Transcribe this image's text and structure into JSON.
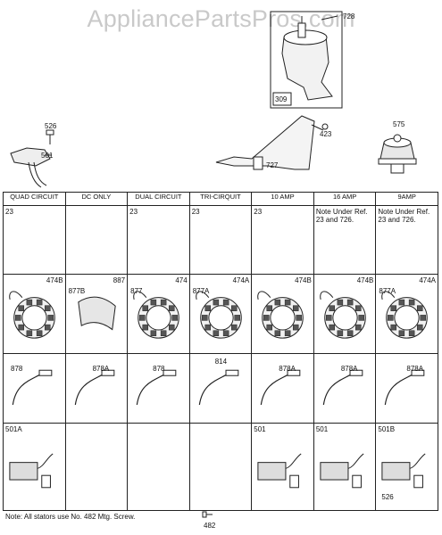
{
  "watermark": "AppliancePartsPros.com",
  "top_labels": {
    "l728": "728",
    "l309": "309",
    "l423": "423",
    "l727": "727",
    "l526": "526",
    "l501": "501",
    "l575": "575"
  },
  "columns": [
    "QUAD CIRCUIT",
    "DC ONLY",
    "DUAL CIRCUIT",
    "TRI-CIRQUIT",
    "10 AMP",
    "16 AMP",
    "9AMP"
  ],
  "row1": [
    "23",
    "",
    "23",
    "23",
    "23",
    "Note Under Ref. 23 and 726.",
    "Note Under Ref. 23 and 726."
  ],
  "row2": [
    {
      "main": "474B",
      "sub": ""
    },
    {
      "main": "887",
      "sub": "877B"
    },
    {
      "main": "474",
      "sub": "877"
    },
    {
      "main": "474A",
      "sub": "877A"
    },
    {
      "main": "474B",
      "sub": ""
    },
    {
      "main": "474B",
      "sub": ""
    },
    {
      "main": "474A",
      "sub": "877A"
    }
  ],
  "row3": [
    "878",
    "878A",
    "878",
    "814",
    "878A",
    "878A",
    "878A"
  ],
  "row4": [
    {
      "a": "501A",
      "b": ""
    },
    {
      "a": "",
      "b": ""
    },
    {
      "a": "",
      "b": ""
    },
    {
      "a": "",
      "b": ""
    },
    {
      "a": "501",
      "b": ""
    },
    {
      "a": "501",
      "b": ""
    },
    {
      "a": "501B",
      "b": "526"
    }
  ],
  "footer": {
    "note": "Note: All stators use No. 482 Mtg. Screw.",
    "screw": "482"
  }
}
